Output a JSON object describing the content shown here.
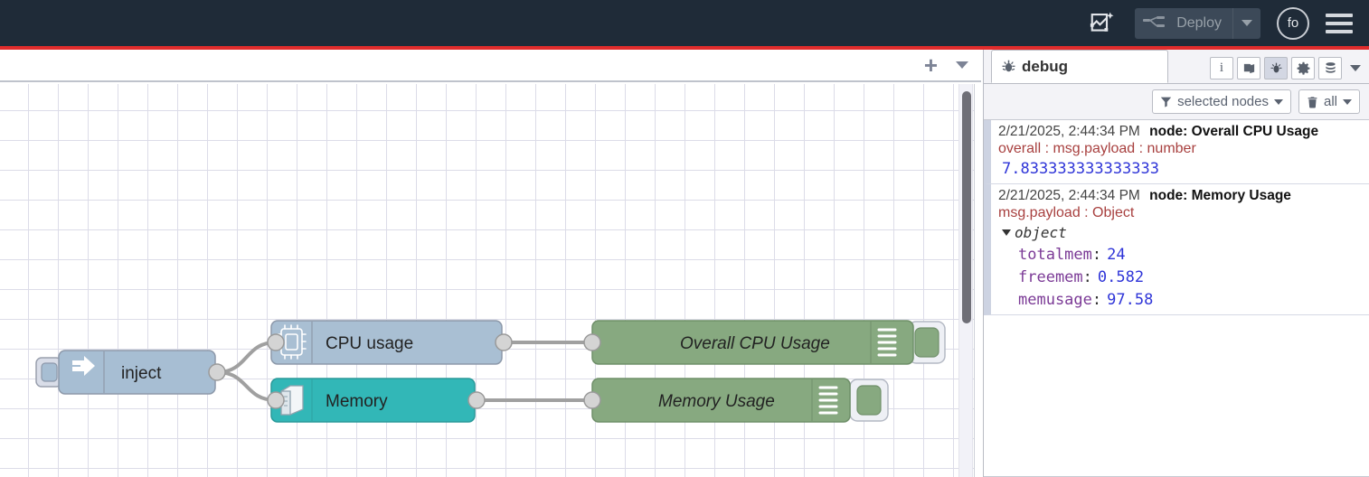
{
  "header": {
    "flow_ai_icon": "flow-sparkle-icon",
    "deploy_label": "Deploy",
    "deploy_caret_icon": "chevron-down-icon",
    "avatar_initials": "fo",
    "menu_icon": "hamburger-menu-icon"
  },
  "workspace": {
    "add_tab_label": "+",
    "tab_menu_icon": "chevron-down-icon"
  },
  "flow": {
    "nodes": [
      {
        "id": "inject",
        "label": "inject",
        "type": "inject",
        "color": "#a7bed3"
      },
      {
        "id": "cpu",
        "label": "CPU usage",
        "type": "cpu",
        "color": "#a9bfd3"
      },
      {
        "id": "memory",
        "label": "Memory",
        "type": "memory",
        "color": "#32b7b7"
      },
      {
        "id": "debug_cpu",
        "label": "Overall CPU Usage",
        "type": "debug",
        "color": "#87a980"
      },
      {
        "id": "debug_mem",
        "label": "Memory Usage",
        "type": "debug",
        "color": "#87a980"
      }
    ]
  },
  "sidebar": {
    "tab": {
      "label": "debug",
      "icon": "bug-icon"
    },
    "tools": [
      {
        "name": "info-icon",
        "glyph": "i",
        "active": false
      },
      {
        "name": "help-book-icon",
        "glyph": "",
        "active": false
      },
      {
        "name": "debug-bug-icon",
        "glyph": "",
        "active": true
      },
      {
        "name": "config-gear-icon",
        "glyph": "",
        "active": false
      },
      {
        "name": "context-data-icon",
        "glyph": "",
        "active": false
      }
    ],
    "tools_caret_icon": "chevron-down-icon",
    "filter": {
      "icon": "funnel-icon",
      "label": "selected nodes",
      "caret": "chevron-down-icon"
    },
    "clear": {
      "icon": "trash-icon",
      "label": "all",
      "caret": "chevron-down-icon"
    },
    "messages": [
      {
        "timestamp": "2/21/2025, 2:44:34 PM",
        "node": "node: Overall CPU Usage",
        "topic": "overall : msg.payload : number",
        "kind": "value",
        "value": "7.833333333333333"
      },
      {
        "timestamp": "2/21/2025, 2:44:34 PM",
        "node": "node: Memory Usage",
        "topic": "msg.payload : Object",
        "kind": "object",
        "root_label": "object",
        "properties": [
          {
            "key": "totalmem",
            "value": "24"
          },
          {
            "key": "freemem",
            "value": "0.582"
          },
          {
            "key": "memusage",
            "value": "97.58"
          }
        ]
      }
    ]
  }
}
